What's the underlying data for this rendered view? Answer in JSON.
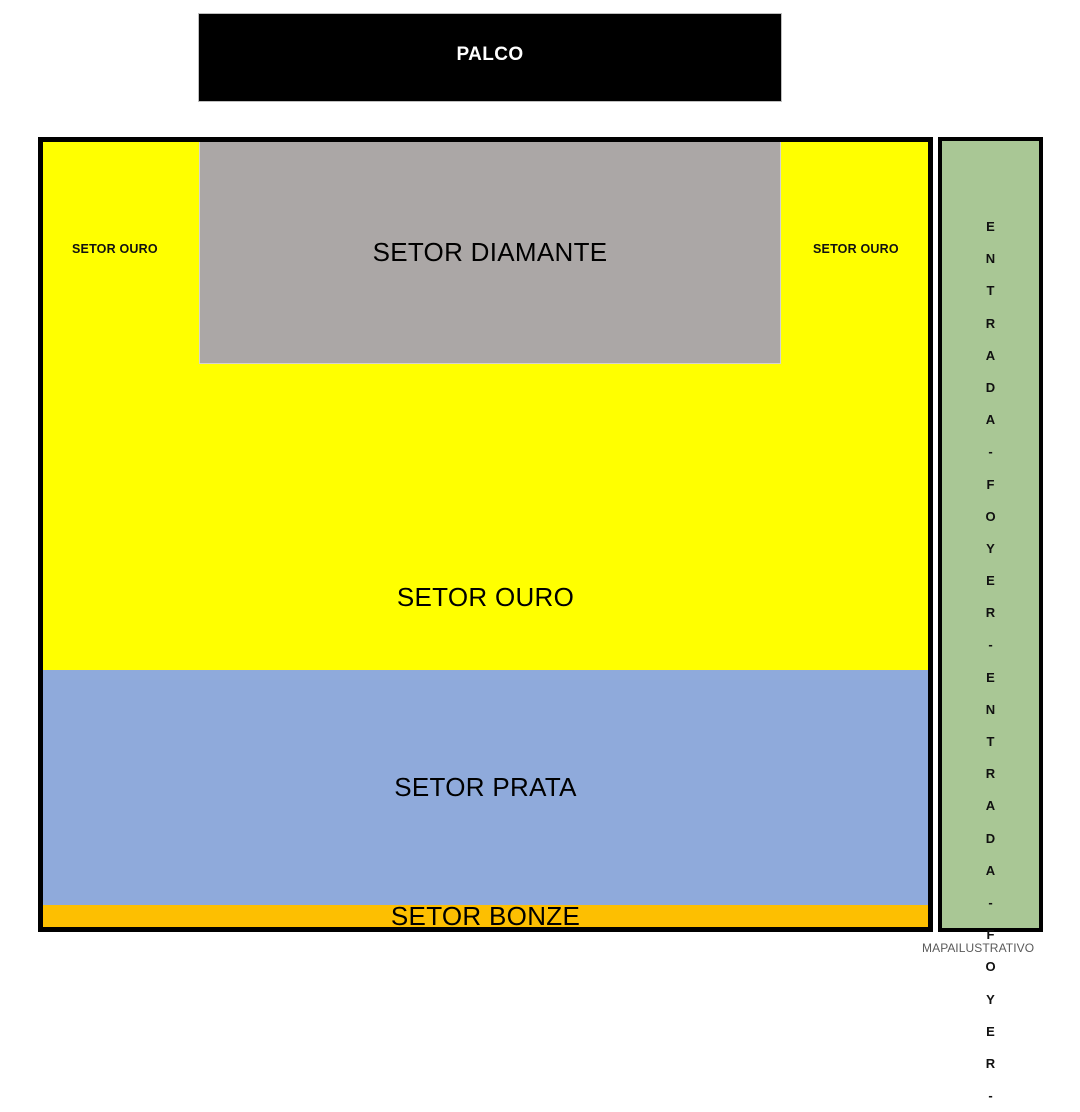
{
  "map": {
    "stage": {
      "label": "PALCO"
    },
    "sectors": [
      {
        "key": "diamante",
        "label": "SETOR DIAMANTE",
        "color": "#aba7a6"
      },
      {
        "key": "ouro",
        "label": "SETOR OURO",
        "color": "#ffff00"
      },
      {
        "key": "prata",
        "label": "SETOR PRATA",
        "color": "#8faadb"
      },
      {
        "key": "bonze",
        "label": "SETOR BONZE",
        "color": "#fdbf01"
      }
    ],
    "side_labels": {
      "left": "SETOR OURO",
      "right": "SETOR OURO"
    },
    "foyer_column": {
      "text": "ENTRADA - FOYER - ENTRADA - FOYER -",
      "color": "#a9c795",
      "characters": [
        "E",
        "N",
        "T",
        "R",
        "A",
        "D",
        "A",
        "-",
        "F",
        "O",
        "Y",
        "E",
        "R",
        "-",
        "E",
        "N",
        "T",
        "R",
        "A",
        "D",
        "A",
        "-",
        "F",
        "O",
        "Y",
        "E",
        "R",
        "-"
      ]
    },
    "caption": "MAPA ILUSTRATIVO",
    "colors": {
      "stage": "#000000",
      "border": "#000000",
      "background": "#ffffff"
    }
  }
}
